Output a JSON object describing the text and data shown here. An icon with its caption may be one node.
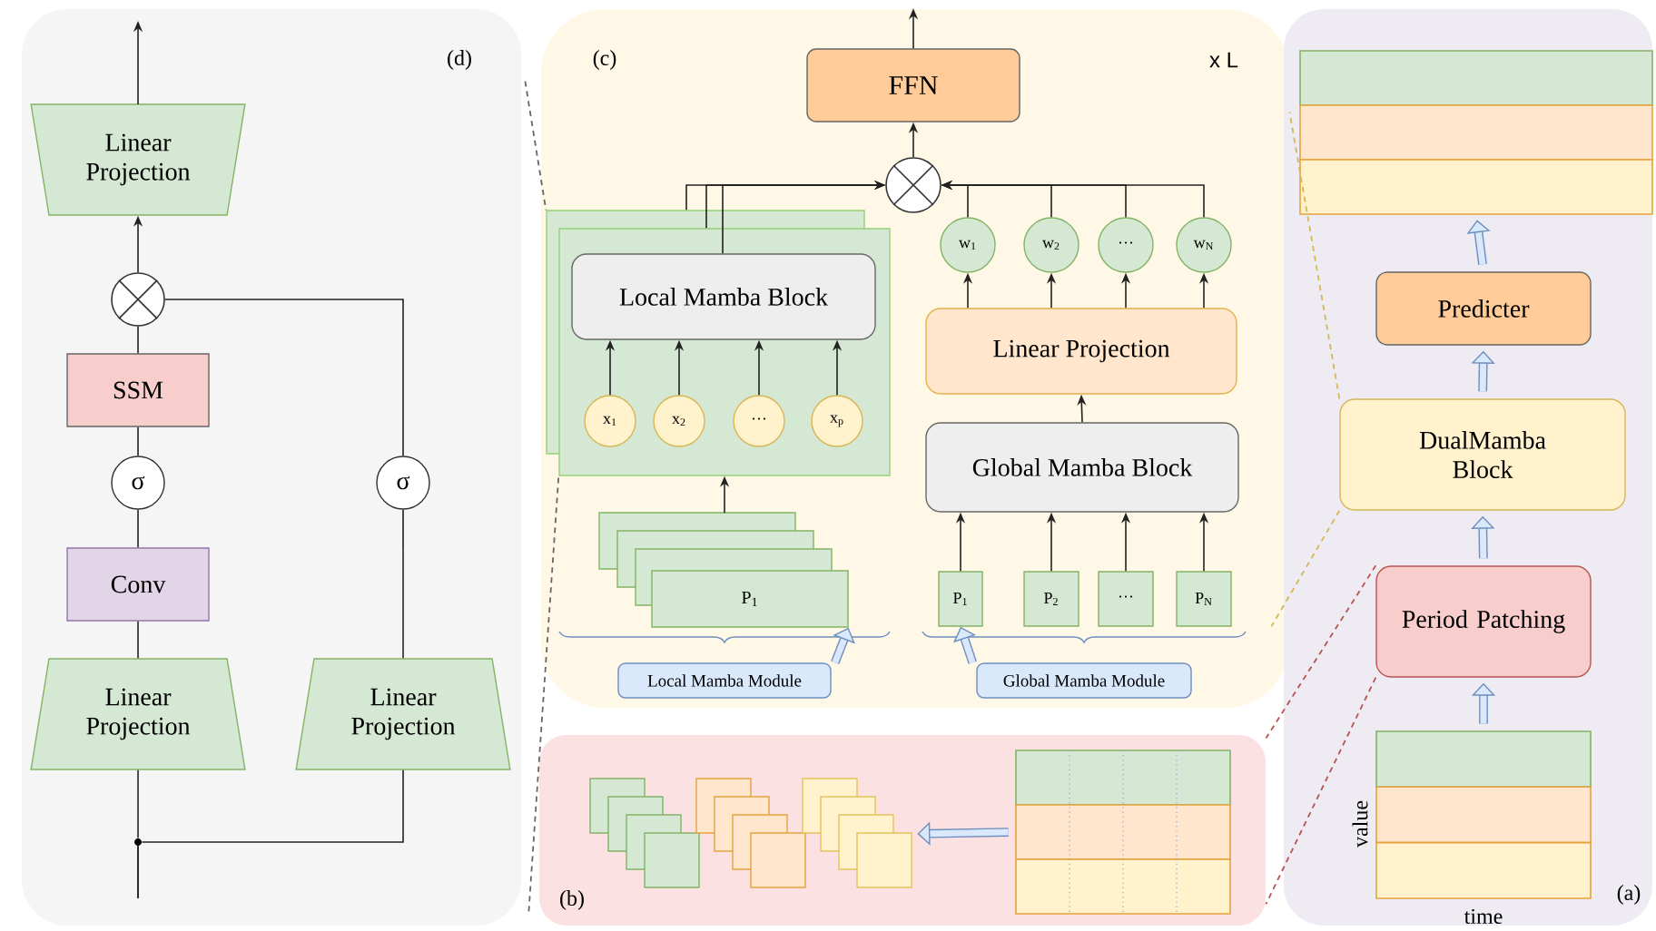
{
  "diagram": {
    "nodes": [
      {
        "text": [
          "(d)"
        ]
      },
      {
        "text": [
          "Linear Projection"
        ],
        "in": 0
      },
      {
        "text": [],
        "shape": "circle",
        "in": 0
      },
      {
        "text": [
          "SSM"
        ],
        "in": 0
      },
      {
        "text": [
          "σ"
        ],
        "in": 0
      },
      {
        "text": [
          "Conv"
        ],
        "in": 0
      },
      {
        "text": [
          "Linear Projection"
        ],
        "in": 0
      },
      {
        "text": [
          "σ"
        ],
        "in": 0
      },
      {
        "text": [
          "Linear Projection"
        ],
        "in": 0
      },
      {
        "text": [],
        "shape": "circle",
        "in": 0
      },
      {
        "text": [
          "(c)",
          "x L"
        ]
      },
      {
        "text": [
          "FFN"
        ],
        "in": 10
      },
      {
        "text": [],
        "shape": "circle",
        "in": 10
      },
      {
        "text": [],
        "shape": "box",
        "in": 10
      },
      {
        "text": [
          "Local Mamba Block"
        ],
        "in": 13
      },
      {
        "text": [
          "x$_{1}$"
        ],
        "in": 13
      },
      {
        "text": [
          "x$_{2}$"
        ],
        "in": 13
      },
      {
        "text": [
          "···"
        ],
        "in": 13
      },
      {
        "text": [
          "x$_{p}$"
        ],
        "in": 13
      },
      {
        "text": [
          "P$_{1}$"
        ],
        "in": 10
      },
      {
        "text": [
          "w$_{1}$"
        ],
        "in": 10
      },
      {
        "text": [
          "w$_{2}$"
        ],
        "in": 10
      },
      {
        "text": [
          "···"
        ],
        "in": 10
      },
      {
        "text": [
          "w$_{N}$"
        ],
        "in": 10
      },
      {
        "text": [
          "Linear Projection"
        ],
        "in": 10
      },
      {
        "text": [
          "Global Mamba Block"
        ],
        "in": 10
      },
      {
        "text": [
          "P$_{1}$"
        ],
        "in": 10
      },
      {
        "text": [
          "P$_{2}$"
        ],
        "in": 10
      },
      {
        "text": [
          "···"
        ],
        "in": 10
      },
      {
        "text": [
          "P$_{N}$"
        ],
        "in": 10
      },
      {
        "text": [
          "Local Mamba Module"
        ],
        "in": 10
      },
      {
        "text": [
          "Global Mamba Module"
        ],
        "in": 10
      },
      {
        "text": [
          "(b)"
        ]
      },
      {
        "text": [],
        "shape": "picture",
        "in": 32
      },
      {
        "text": [],
        "shape": "box",
        "in": 32
      },
      {
        "text": [
          "(a)"
        ]
      },
      {
        "text": [],
        "shape": "box",
        "in": 35
      },
      {
        "text": [
          "Predicter"
        ],
        "in": 35
      },
      {
        "text": [
          "DualMamba Block"
        ],
        "in": 35
      },
      {
        "text": [
          "Period Patching"
        ],
        "in": 35
      },
      {
        "text": [],
        "shape": "box",
        "in": 35,
        "beside": [
          "value",
          "time"
        ]
      }
    ],
    "edges": [
      {
        "from": null,
        "to": 9,
        "arrow": "none"
      },
      {
        "from": 9,
        "to": 6,
        "arrow": "none"
      },
      {
        "from": 9,
        "to": 8,
        "arrow": "none"
      },
      {
        "from": 6,
        "to": 5,
        "arrow": "none"
      },
      {
        "from": 5,
        "to": 4,
        "arrow": "none"
      },
      {
        "from": 4,
        "to": 3,
        "arrow": "none"
      },
      {
        "from": 3,
        "to": 2,
        "arrow": "none"
      },
      {
        "from": 8,
        "to": 7,
        "arrow": "none"
      },
      {
        "from": 7,
        "to": 2,
        "arrow": "none"
      },
      {
        "from": 2,
        "to": 1,
        "arrow": "to"
      },
      {
        "from": 1,
        "to": null,
        "arrow": "to"
      },
      {
        "from": 13,
        "to": 12,
        "arrow": "to"
      },
      {
        "from": 13,
        "to": 12,
        "arrow": "to"
      },
      {
        "from": 14,
        "to": 12,
        "arrow": "to"
      },
      {
        "from": 15,
        "to": 14,
        "arrow": "to"
      },
      {
        "from": 16,
        "to": 14,
        "arrow": "to"
      },
      {
        "from": 17,
        "to": 14,
        "arrow": "to"
      },
      {
        "from": 18,
        "to": 14,
        "arrow": "to"
      },
      {
        "from": 19,
        "to": 13,
        "arrow": "to"
      },
      {
        "from": 26,
        "to": 25,
        "arrow": "to"
      },
      {
        "from": 27,
        "to": 25,
        "arrow": "to"
      },
      {
        "from": 28,
        "to": 25,
        "arrow": "to"
      },
      {
        "from": 29,
        "to": 25,
        "arrow": "to"
      },
      {
        "from": 25,
        "to": 24,
        "arrow": "to"
      },
      {
        "from": 24,
        "to": 20,
        "arrow": "to"
      },
      {
        "from": 24,
        "to": 21,
        "arrow": "to"
      },
      {
        "from": 24,
        "to": 22,
        "arrow": "to"
      },
      {
        "from": 24,
        "to": 23,
        "arrow": "to"
      },
      {
        "from": 20,
        "to": 12,
        "arrow": "to"
      },
      {
        "from": 21,
        "to": 12,
        "arrow": "to"
      },
      {
        "from": 22,
        "to": 12,
        "arrow": "to"
      },
      {
        "from": 23,
        "to": 12,
        "arrow": "to"
      },
      {
        "from": 12,
        "to": 11,
        "arrow": "to"
      },
      {
        "from": 11,
        "to": null,
        "arrow": "to"
      },
      {
        "from": 34,
        "to": 33,
        "arrow": "to",
        "style": "thick",
        "color": "#6c8ebf"
      },
      {
        "from": 40,
        "to": 39,
        "arrow": "to",
        "style": "thick",
        "color": "#6c8ebf"
      },
      {
        "from": 39,
        "to": 38,
        "arrow": "to",
        "style": "thick",
        "color": "#6c8ebf"
      },
      {
        "from": 38,
        "to": 37,
        "arrow": "to",
        "style": "thick",
        "color": "#6c8ebf"
      },
      {
        "from": 37,
        "to": 36,
        "arrow": "to",
        "style": "thick",
        "color": "#6c8ebf"
      },
      {
        "from": 38,
        "to": 10,
        "arrow": "none",
        "style": "dashed",
        "color": "#d6b656"
      },
      {
        "from": 38,
        "to": 10,
        "arrow": "none",
        "style": "dashed",
        "color": "#d6b656"
      },
      {
        "from": 39,
        "to": 32,
        "arrow": "none",
        "style": "dashed",
        "color": "#b85450"
      },
      {
        "from": 39,
        "to": 32,
        "arrow": "none",
        "style": "dashed",
        "color": "#b85450"
      },
      {
        "from": 0,
        "to": 13,
        "arrow": "none",
        "style": "dashed",
        "color": "#666666"
      },
      {
        "from": 0,
        "to": 13,
        "arrow": "none",
        "style": "dashed",
        "color": "#666666"
      },
      {
        "from": 30,
        "to": 19,
        "arrow": "to",
        "style": "thick",
        "color": "#6c8ebf"
      },
      {
        "from": 31,
        "to": 26,
        "arrow": "to",
        "style": "thick",
        "color": "#6c8ebf"
      }
    ]
  }
}
